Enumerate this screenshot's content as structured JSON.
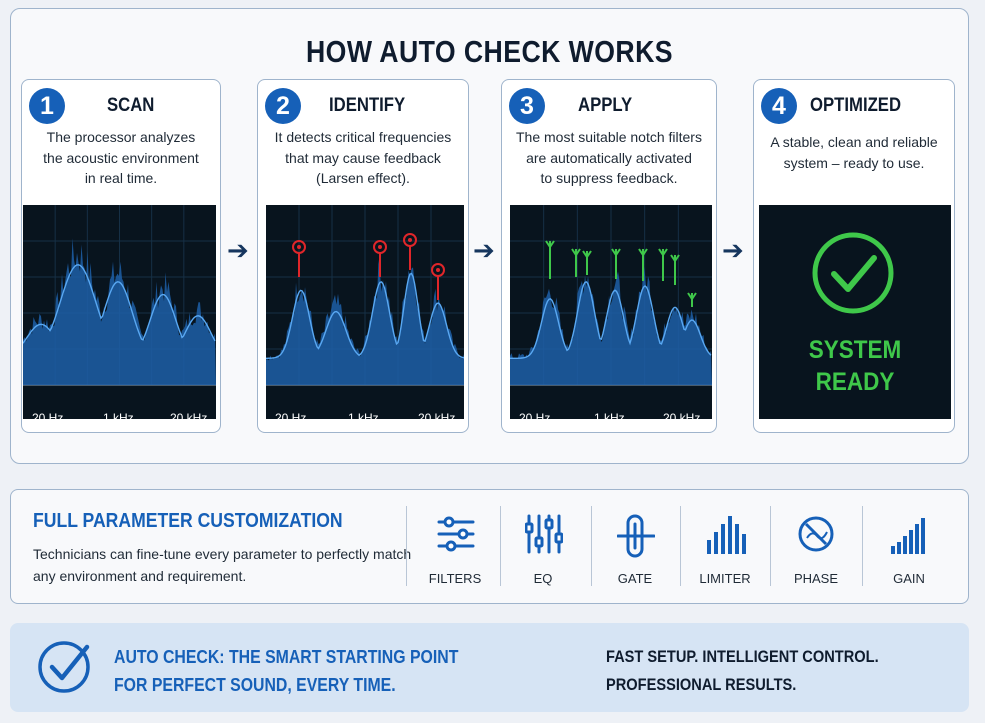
{
  "title": "HOW AUTO CHECK WORKS",
  "steps": [
    {
      "number": "1",
      "title": "SCAN",
      "description": "The processor analyzes\nthe acoustic environment\nin real time.",
      "axis": [
        "20 Hz",
        "1 kHz",
        "20 kHz"
      ]
    },
    {
      "number": "2",
      "title": "IDENTIFY",
      "description": "It detects critical frequencies\nthat may cause feedback\n(Larsen effect).",
      "axis": [
        "20 Hz",
        "1 kHz",
        "20 kHz"
      ]
    },
    {
      "number": "3",
      "title": "APPLY",
      "description": "The most suitable notch filters\nare automatically activated\nto suppress feedback.",
      "axis": [
        "20 Hz",
        "1 kHz",
        "20 kHz"
      ]
    },
    {
      "number": "4",
      "title": "OPTIMIZED",
      "description": "A stable, clean and reliable\nsystem – ready to use.",
      "status": "SYSTEM\nREADY"
    }
  ],
  "customization": {
    "title": "FULL PARAMETER CUSTOMIZATION",
    "description": "Technicians can fine-tune every parameter to perfectly match any environment and requirement.",
    "params": [
      {
        "label": "FILTERS",
        "icon": "sliders-icon"
      },
      {
        "label": "EQ",
        "icon": "eq-icon"
      },
      {
        "label": "GATE",
        "icon": "gate-icon"
      },
      {
        "label": "LIMITER",
        "icon": "limiter-icon"
      },
      {
        "label": "PHASE",
        "icon": "phase-icon"
      },
      {
        "label": "GAIN",
        "icon": "gain-icon"
      }
    ]
  },
  "banner": {
    "headline": "AUTO CHECK: THE SMART STARTING POINT\nFOR PERFECT SOUND, EVERY TIME.",
    "tagline": "FAST SETUP. INTELLIGENT CONTROL.\nPROFESSIONAL RESULTS."
  },
  "colors": {
    "accent": "#1660b8",
    "dark": "#0f1c2e",
    "screen": "#08141e",
    "spectrum": "#2f8fe8",
    "alert": "#e0262a",
    "ok": "#3fc84a"
  }
}
